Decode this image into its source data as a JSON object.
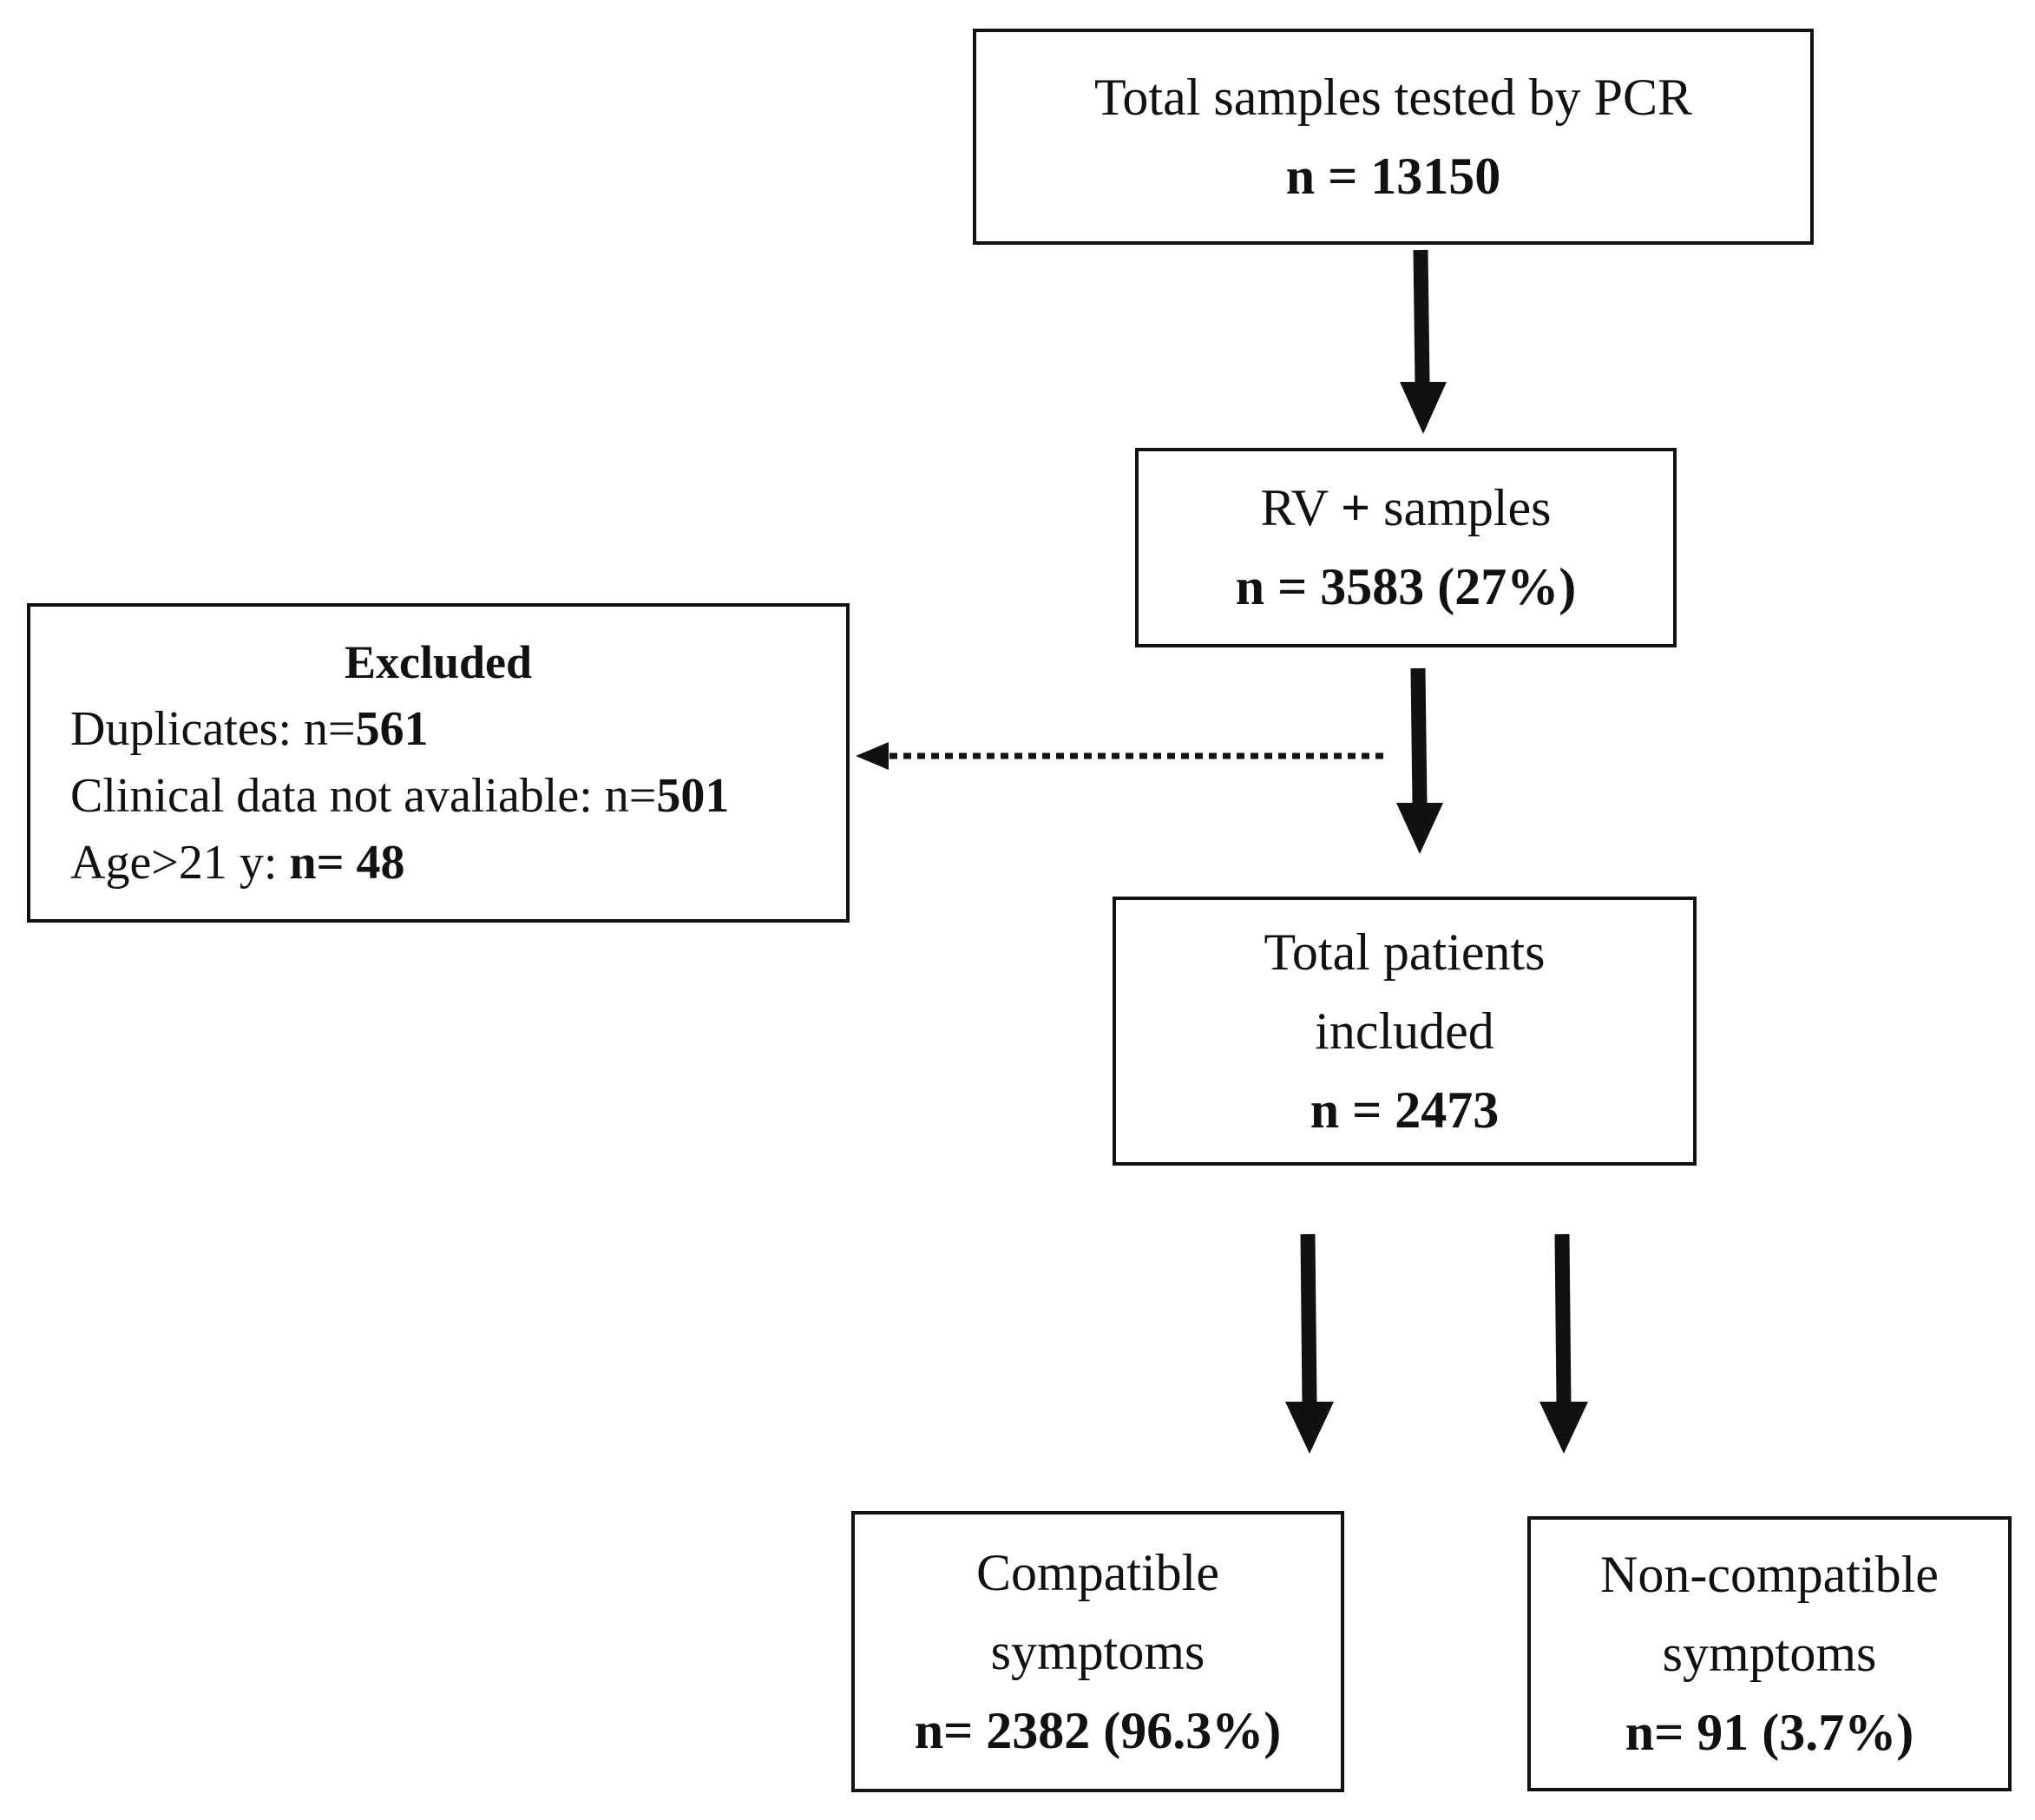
{
  "nodes": {
    "total_samples": {
      "label": "Total samples tested by PCR",
      "count": "n = 13150"
    },
    "rv_samples": {
      "label_prefix": "RV",
      "label_plus": "+",
      "label_suffix": "samples",
      "count": "n = 3583 (27%)"
    },
    "excluded": {
      "title": "Excluded",
      "duplicates_label": "Duplicates: n=",
      "duplicates_value": "561",
      "clinical_label": "Clinical data not avaliable: n=",
      "clinical_value": "501",
      "age_label": "Age>21 y: ",
      "age_value": "n= 48"
    },
    "total_patients": {
      "label_line1": "Total patients",
      "label_line2": "included",
      "count": "n = 2473"
    },
    "compatible": {
      "label_line1": "Compatible",
      "label_line2": "symptoms",
      "count": "n= 2382 (96.3%)"
    },
    "non_compatible": {
      "label_line1": "Non-compatible",
      "label_line2": "symptoms",
      "count": "n= 91 (3.7%)"
    }
  },
  "edges": [
    {
      "from": "total_samples",
      "to": "rv_samples",
      "style": "solid"
    },
    {
      "from": "rv_samples",
      "to": "total_patients",
      "style": "solid"
    },
    {
      "from": "rv_samples",
      "to": "excluded",
      "style": "dotted"
    },
    {
      "from": "total_patients",
      "to": "compatible",
      "style": "solid"
    },
    {
      "from": "total_patients",
      "to": "non_compatible",
      "style": "solid"
    }
  ],
  "colors": {
    "stroke": "#111111",
    "background": "#ffffff"
  }
}
